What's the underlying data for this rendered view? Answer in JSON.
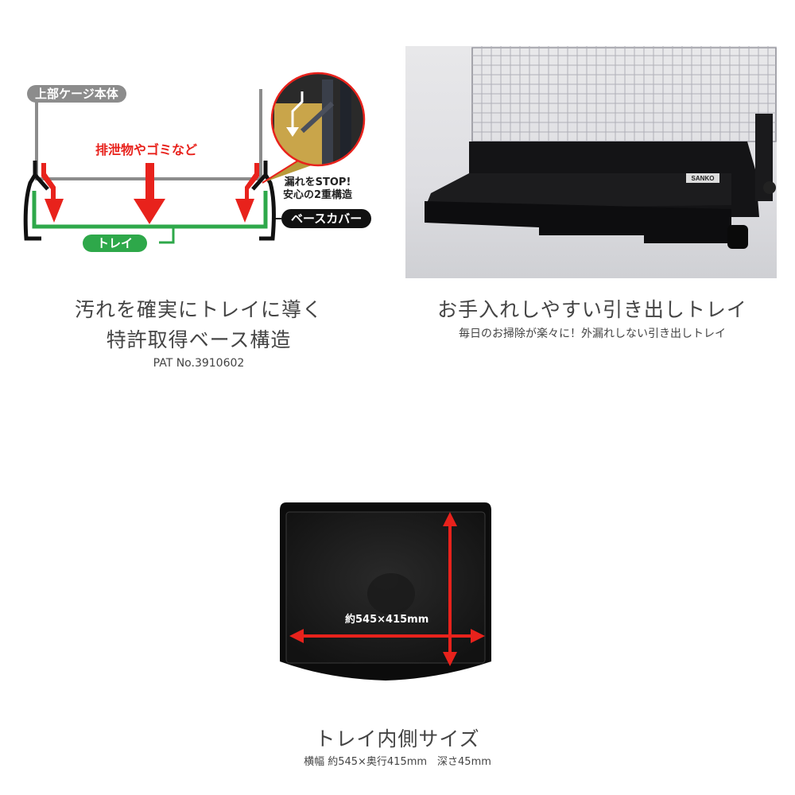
{
  "diagram": {
    "upper_cage_label": "上部ケージ本体",
    "debris_label": "排泄物やゴミなど",
    "leak_stop_line1": "漏れをSTOP!",
    "leak_stop_line2": "安心の2重構造",
    "base_cover_label": "ベースカバー",
    "tray_label": "トレイ",
    "colors": {
      "cage": "#8c8c8c",
      "arrow": "#e8221c",
      "tray": "#2ea84a",
      "base": "#111111"
    }
  },
  "photo": {
    "brand_plate": "SANKO"
  },
  "left_caption": {
    "line1": "汚れを確実にトレイに導く",
    "line2": "特許取得ベース構造",
    "patent": "PAT No.3910602"
  },
  "right_caption": {
    "title": "お手入れしやすい引き出しトレイ",
    "subtitle": "毎日のお掃除が楽々に！外漏れしない引き出しトレイ"
  },
  "tray_image": {
    "dimension_label": "約545×415mm",
    "arrow_color": "#e8221c"
  },
  "bottom_caption": {
    "title": "トレイ内側サイズ",
    "spec": "横幅 約545×奥行415mm　深さ45mm"
  }
}
